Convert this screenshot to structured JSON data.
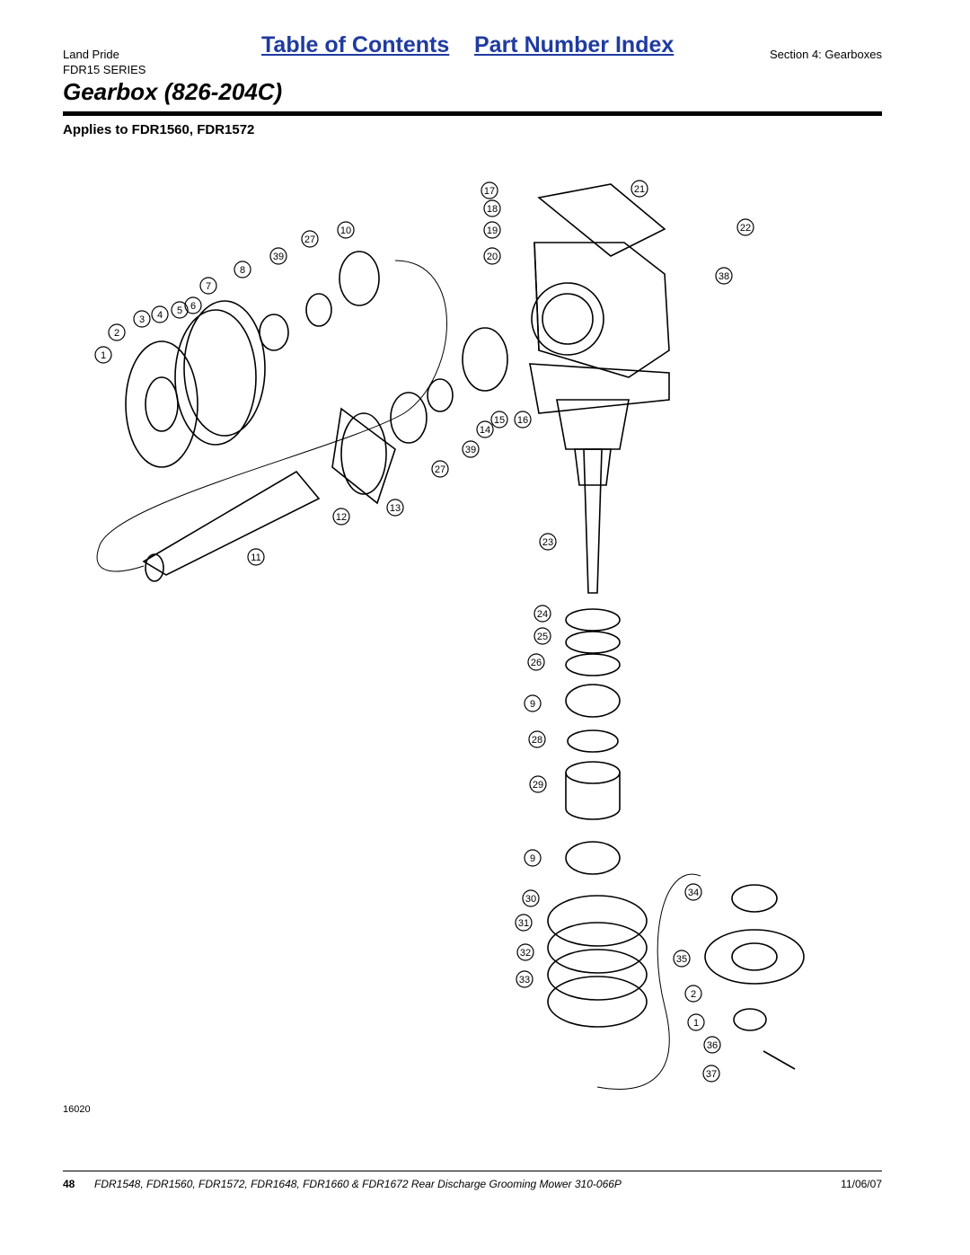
{
  "header": {
    "brand": "Land Pride",
    "series": "FDR15 SERIES",
    "toc_link": "Table of Contents",
    "index_link": "Part Number Index",
    "section": "Section 4: Gearboxes"
  },
  "title": "Gearbox (826-204C)",
  "applies_to": "Applies to FDR1560, FDR1572",
  "diagram": {
    "figure_number": "16020",
    "callouts": [
      "1",
      "2",
      "3",
      "4",
      "5",
      "6",
      "7",
      "8",
      "10",
      "27",
      "39",
      "17",
      "18",
      "19",
      "20",
      "21",
      "22",
      "38",
      "14",
      "15",
      "16",
      "39",
      "27",
      "12",
      "13",
      "11",
      "23",
      "24",
      "25",
      "26",
      "9",
      "28",
      "29",
      "9",
      "30",
      "31",
      "32",
      "33",
      "34",
      "35",
      "2",
      "1",
      "36",
      "37"
    ]
  },
  "footer": {
    "page": "48",
    "description": "FDR1548, FDR1560, FDR1572, FDR1648, FDR1660 & FDR1672 Rear Discharge Grooming Mower 310-066P",
    "date": "11/06/07"
  },
  "colors": {
    "link": "#1f3ba0",
    "text": "#000000"
  }
}
